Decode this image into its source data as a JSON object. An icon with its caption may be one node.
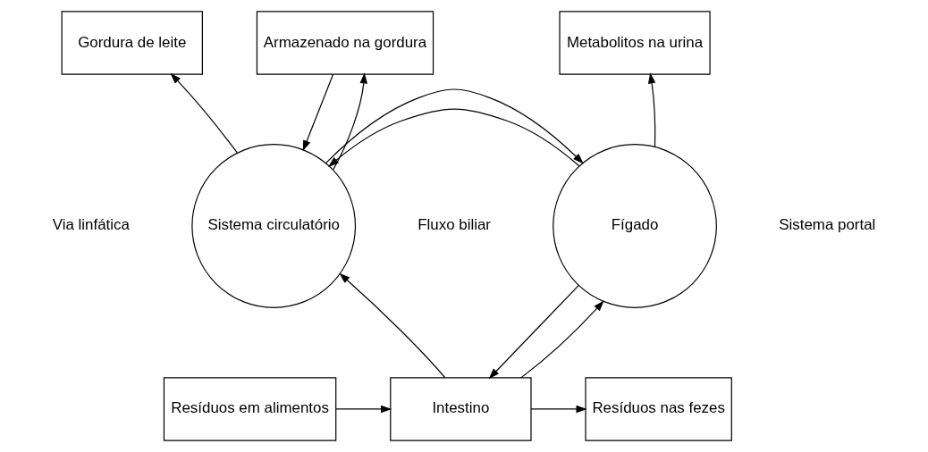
{
  "diagram": {
    "nodes": [
      {
        "text": [
          "Gordura de leite"
        ]
      },
      {
        "text": [
          "Armazenado na gordura"
        ]
      },
      {
        "text": [
          "Metabolitos na urina"
        ]
      },
      {
        "text": [
          "Sistema circulatório"
        ]
      },
      {
        "text": [
          "Fígado"
        ]
      },
      {
        "text": [
          "Resíduos em alimentos"
        ]
      },
      {
        "text": [
          "Intestino"
        ]
      },
      {
        "text": [
          "Resíduos nas fezes"
        ]
      }
    ],
    "edges": [
      {
        "from": 3,
        "to": 0,
        "arrow": "to"
      },
      {
        "from": 1,
        "to": 3,
        "arrow": "to"
      },
      {
        "from": 3,
        "to": 1,
        "arrow": "to"
      },
      {
        "from": 4,
        "to": 2,
        "arrow": "to"
      },
      {
        "from": 4,
        "to": 3,
        "arrow": "to"
      },
      {
        "from": 3,
        "to": 4,
        "arrow": "to"
      },
      {
        "from": 6,
        "to": 3,
        "arrow": "to"
      },
      {
        "from": 4,
        "to": 6,
        "arrow": "to"
      },
      {
        "from": 6,
        "to": 4,
        "arrow": "to"
      },
      {
        "from": 5,
        "to": 6,
        "arrow": "to"
      },
      {
        "from": 6,
        "to": 7,
        "arrow": "to"
      }
    ],
    "labels": [
      "Fluxo biliar",
      "Via linfática",
      "Sistema portal"
    ]
  }
}
